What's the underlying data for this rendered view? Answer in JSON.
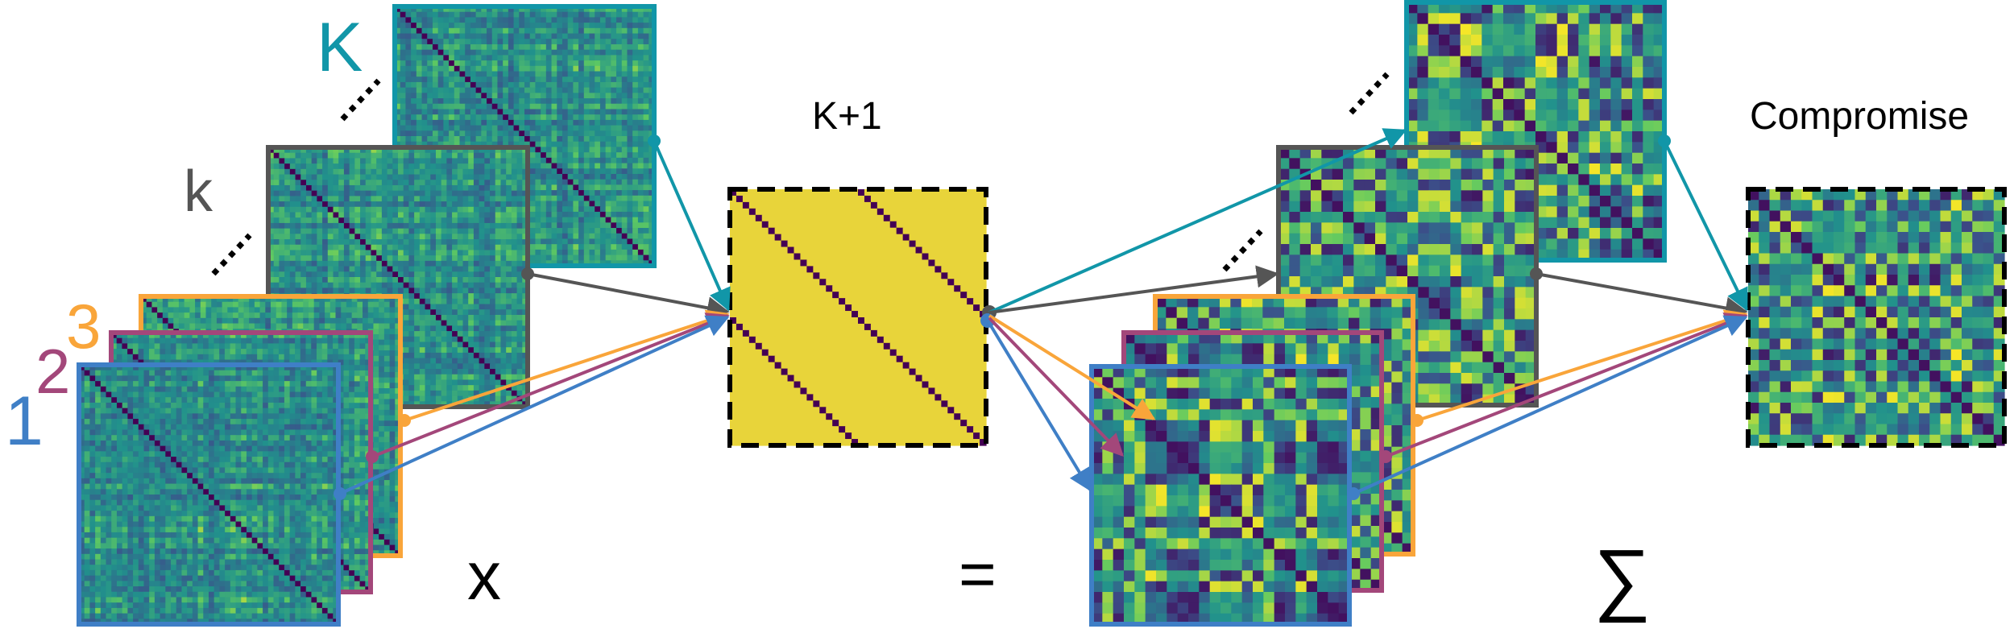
{
  "labels": {
    "K_upper": "K",
    "k_lower": "k",
    "three": "3",
    "two": "2",
    "one": "1",
    "K_plus_1": "K+1",
    "compromise": "Compromise",
    "times": "x",
    "equals": "=",
    "sum": "∑"
  },
  "colors": {
    "layer_K": "#1196a8",
    "layer_k": "#555555",
    "layer_3": "#f9a53a",
    "layer_2": "#a3477a",
    "layer_1": "#3f7fc6",
    "viridis_dark": "#440154",
    "viridis_mid": "#21918c",
    "viridis_light": "#fde725",
    "diag_yellow": "#e8d43a",
    "frame_black": "#000000"
  },
  "heatmaps": {
    "left_stack": [
      "K",
      "k",
      "3",
      "2",
      "1"
    ],
    "center": "K+1",
    "right_stack": [
      "K",
      "k",
      "3",
      "2",
      "1"
    ],
    "output": "Compromise"
  }
}
